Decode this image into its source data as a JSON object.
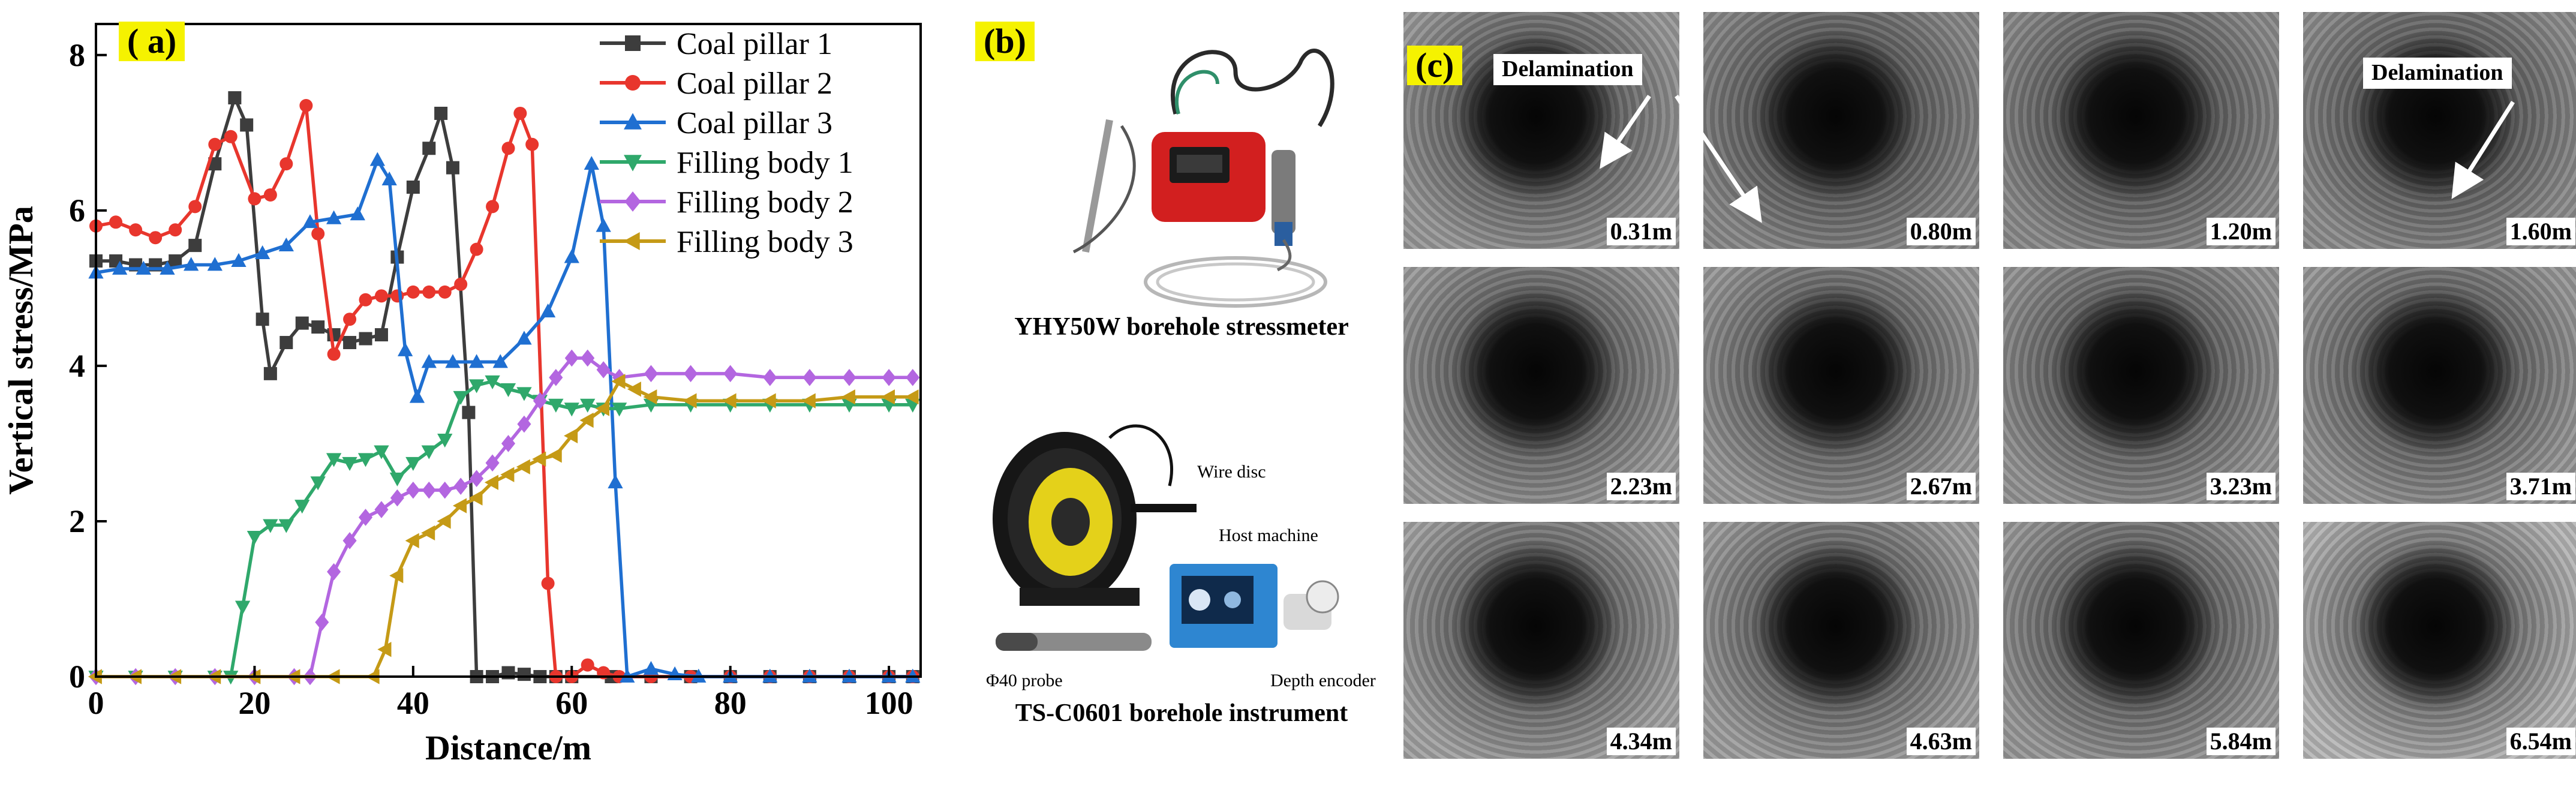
{
  "panel_a": {
    "tag": "( a)",
    "chart_data": {
      "type": "line",
      "title": "",
      "xlabel": "Distance/m",
      "ylabel": "Vertical stress/MPa",
      "xlim": [
        0,
        104
      ],
      "ylim": [
        0,
        8.4
      ],
      "xticks": [
        "0",
        "20",
        "40",
        "60",
        "80",
        "100"
      ],
      "yticks": [
        "0",
        "2",
        "4",
        "6",
        "8"
      ],
      "legend_position": "top-right",
      "grid": false,
      "series": [
        {
          "name": "Coal pillar 1",
          "color": "#3d3d3d",
          "marker": "square",
          "x": [
            0,
            2.5,
            5,
            7.5,
            10,
            12.5,
            15,
            17.5,
            19,
            21,
            22,
            24,
            26,
            28,
            30,
            32,
            34,
            36,
            38,
            40,
            42,
            43.5,
            45,
            47,
            48,
            50,
            52,
            54,
            56,
            58,
            60,
            65,
            70,
            75,
            80,
            85,
            90,
            95,
            100,
            103
          ],
          "y": [
            5.35,
            5.35,
            5.3,
            5.3,
            5.35,
            5.55,
            6.6,
            7.45,
            7.1,
            4.6,
            3.9,
            4.3,
            4.55,
            4.5,
            4.4,
            4.3,
            4.35,
            4.4,
            5.4,
            6.3,
            6.8,
            7.25,
            6.55,
            3.4,
            0,
            0,
            0.05,
            0.03,
            0,
            0,
            0,
            0,
            0,
            0,
            0,
            0,
            0,
            0,
            0,
            0
          ]
        },
        {
          "name": "Coal pillar 2",
          "color": "#e8362d",
          "marker": "circle",
          "x": [
            0,
            2.5,
            5,
            7.5,
            10,
            12.5,
            15,
            17,
            20,
            22,
            24,
            26.5,
            28,
            30,
            32,
            34,
            36,
            38,
            40,
            42,
            44,
            46,
            48,
            50,
            52,
            53.5,
            55,
            57,
            58,
            60,
            62,
            64,
            66,
            70,
            75,
            80,
            85,
            90,
            95,
            100,
            103
          ],
          "y": [
            5.8,
            5.85,
            5.75,
            5.65,
            5.75,
            6.05,
            6.85,
            6.95,
            6.15,
            6.2,
            6.6,
            7.35,
            5.7,
            4.15,
            4.6,
            4.85,
            4.9,
            4.9,
            4.95,
            4.95,
            4.95,
            5.05,
            5.5,
            6.05,
            6.8,
            7.25,
            6.85,
            1.2,
            0,
            0,
            0.15,
            0.05,
            0,
            0,
            0,
            0,
            0,
            0,
            0,
            0,
            0
          ]
        },
        {
          "name": "Coal pillar 3",
          "color": "#1f6fd1",
          "marker": "triangle-up",
          "x": [
            0,
            3,
            6,
            9,
            12,
            15,
            18,
            21,
            24,
            27,
            30,
            33,
            35.5,
            37,
            39,
            40.5,
            42,
            45,
            48,
            51,
            54,
            57,
            60,
            62.5,
            64,
            65.5,
            67,
            70,
            73,
            76,
            80,
            85,
            90,
            95,
            100,
            103
          ],
          "y": [
            5.2,
            5.25,
            5.25,
            5.25,
            5.3,
            5.3,
            5.35,
            5.45,
            5.55,
            5.85,
            5.9,
            5.95,
            6.65,
            6.4,
            4.2,
            3.6,
            4.05,
            4.05,
            4.05,
            4.05,
            4.35,
            4.7,
            5.4,
            6.6,
            5.8,
            2.5,
            0,
            0.1,
            0.03,
            0,
            0,
            0,
            0,
            0,
            0,
            0
          ]
        },
        {
          "name": "Filling body 1",
          "color": "#2fa86b",
          "marker": "triangle-down",
          "x": [
            0,
            5,
            10,
            15,
            17,
            18.5,
            20,
            22,
            24,
            26,
            28,
            30,
            32,
            34,
            36,
            38,
            40,
            42,
            44,
            46,
            48,
            50,
            52,
            54,
            56,
            58,
            60,
            62,
            64,
            66,
            70,
            75,
            80,
            85,
            90,
            95,
            100,
            103
          ],
          "y": [
            0,
            0,
            0,
            0,
            0,
            0.9,
            1.8,
            1.95,
            1.95,
            2.2,
            2.5,
            2.8,
            2.75,
            2.8,
            2.9,
            2.55,
            2.75,
            2.9,
            3.05,
            3.6,
            3.75,
            3.8,
            3.7,
            3.65,
            3.55,
            3.5,
            3.45,
            3.5,
            3.45,
            3.45,
            3.5,
            3.5,
            3.5,
            3.5,
            3.5,
            3.5,
            3.5,
            3.5
          ]
        },
        {
          "name": "Filling body 2",
          "color": "#b366e0",
          "marker": "diamond",
          "x": [
            0,
            5,
            10,
            15,
            20,
            25,
            27,
            28.5,
            30,
            32,
            34,
            36,
            38,
            40,
            42,
            44,
            46,
            48,
            50,
            52,
            54,
            56,
            58,
            60,
            62,
            64,
            66,
            70,
            75,
            80,
            85,
            90,
            95,
            100,
            103
          ],
          "y": [
            0,
            0,
            0,
            0,
            0,
            0,
            0,
            0.7,
            1.35,
            1.75,
            2.05,
            2.15,
            2.3,
            2.4,
            2.4,
            2.4,
            2.45,
            2.55,
            2.75,
            3.0,
            3.25,
            3.55,
            3.85,
            4.1,
            4.1,
            3.95,
            3.85,
            3.9,
            3.9,
            3.9,
            3.85,
            3.85,
            3.85,
            3.85,
            3.85
          ]
        },
        {
          "name": "Filling body 3",
          "color": "#c59a16",
          "marker": "triangle-left",
          "x": [
            0,
            5,
            10,
            15,
            20,
            25,
            30,
            35,
            36.5,
            38,
            40,
            42,
            44,
            46,
            48,
            50,
            52,
            54,
            56,
            58,
            60,
            62,
            64,
            66,
            68,
            70,
            75,
            80,
            85,
            90,
            95,
            100,
            103
          ],
          "y": [
            0,
            0,
            0,
            0,
            0,
            0,
            0,
            0,
            0.35,
            1.3,
            1.75,
            1.85,
            2.0,
            2.2,
            2.3,
            2.5,
            2.6,
            2.7,
            2.8,
            2.85,
            3.1,
            3.3,
            3.45,
            3.8,
            3.7,
            3.6,
            3.55,
            3.55,
            3.55,
            3.55,
            3.6,
            3.6,
            3.6
          ]
        }
      ]
    }
  },
  "panel_b": {
    "tag": "(b)",
    "stressmeter_caption": "YHY50W borehole stressmeter",
    "instrument_caption": "TS-C0601 borehole instrument",
    "labels": {
      "wire_disc": "Wire disc",
      "host_machine": "Host machine",
      "probe": "Φ40 probe",
      "depth_encoder": "Depth encoder"
    }
  },
  "panel_c": {
    "tag": "(c)",
    "callout": "Delamination",
    "images": [
      {
        "depth": "0.31m",
        "shade": "#9a9a9a"
      },
      {
        "depth": "0.80m",
        "shade": "#8a8a8a"
      },
      {
        "depth": "1.20m",
        "shade": "#8c8c8c"
      },
      {
        "depth": "1.60m",
        "shade": "#8e8e8e"
      },
      {
        "depth": "2.23m",
        "shade": "#9c9c9c"
      },
      {
        "depth": "2.67m",
        "shade": "#9a9a9a"
      },
      {
        "depth": "3.23m",
        "shade": "#959595"
      },
      {
        "depth": "3.71m",
        "shade": "#999999"
      },
      {
        "depth": "4.34m",
        "shade": "#a4a4a4"
      },
      {
        "depth": "4.63m",
        "shade": "#a0a0a0"
      },
      {
        "depth": "5.84m",
        "shade": "#9a9a9a"
      },
      {
        "depth": "6.54m",
        "shade": "#b8b8b8"
      }
    ]
  }
}
